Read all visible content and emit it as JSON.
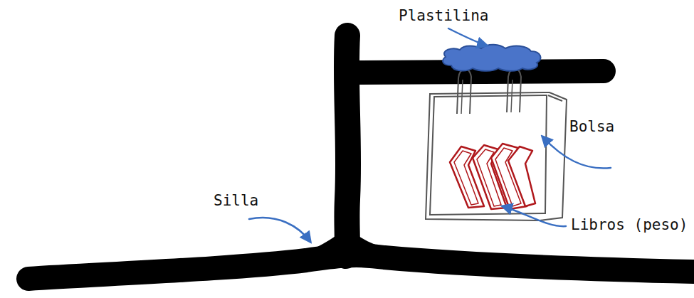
{
  "diagram": {
    "labels": [
      "Plastilina",
      "Bolsa",
      "Silla",
      "Libros (peso)"
    ]
  }
}
